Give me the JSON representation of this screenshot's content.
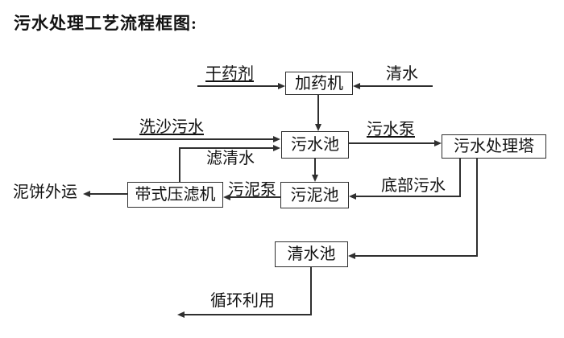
{
  "title": "污水处理工艺流程框图:",
  "colors": {
    "ink": "#2f2f2f",
    "text": "#121212",
    "background": "#ffffff"
  },
  "nodes": {
    "dosing_machine": "加药机",
    "sewage_pool": "污水池",
    "treatment_tower": "污水处理塔",
    "belt_filter_press": "带式压滤机",
    "sludge_pool": "污泥池",
    "clean_water_pool": "清水池"
  },
  "edge_labels": {
    "dry_chemical": "干药剂",
    "clean_water": "清水",
    "sand_washing_sewage": "洗沙污水",
    "filtered_water": "滤清水",
    "sewage_pump": "污水泵",
    "bottom_sewage": "底部污水",
    "sludge_pump": "污泥泵",
    "mud_cake_out": "泥饼外运",
    "recycle": "循环利用"
  },
  "edges": [
    "干药剂 → 加药机",
    "清水 → 加药机",
    "加药机 → 污水池",
    "洗沙污水 → 污水池",
    "带式压滤机 → 污水池 (滤清水)",
    "污水池 → 污水处理塔 (污水泵)",
    "污水池 → 污泥池",
    "污水处理塔 → 污泥池 (底部污水)",
    "污泥池 → 带式压滤机 (污泥泵)",
    "带式压滤机 → 泥饼外运",
    "污水处理塔 → 清水池",
    "清水池 → 循环利用"
  ]
}
